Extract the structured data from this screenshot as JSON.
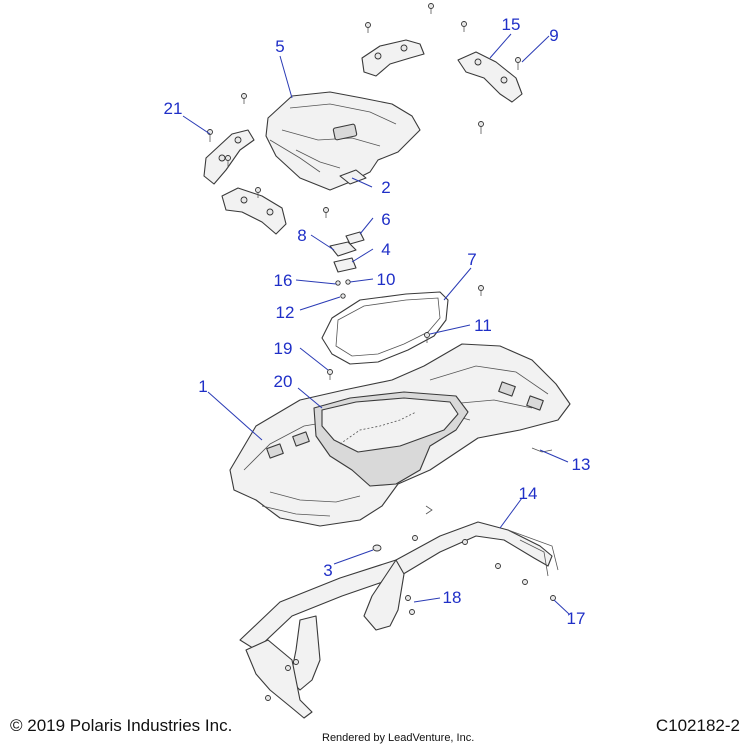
{
  "footer": {
    "copyright": "© 2019 Polaris Industries Inc.",
    "rendered_by": "Rendered by LeadVenture, Inc.",
    "diagram_id": "C102182-2"
  },
  "callouts": [
    "1",
    "2",
    "3",
    "4",
    "5",
    "6",
    "7",
    "8",
    "9",
    "10",
    "11",
    "12",
    "13",
    "14",
    "15",
    "16",
    "17",
    "18",
    "19",
    "20",
    "21"
  ],
  "colors": {
    "callout": "#1f2fc7",
    "line_art": "#3a3a3a"
  }
}
